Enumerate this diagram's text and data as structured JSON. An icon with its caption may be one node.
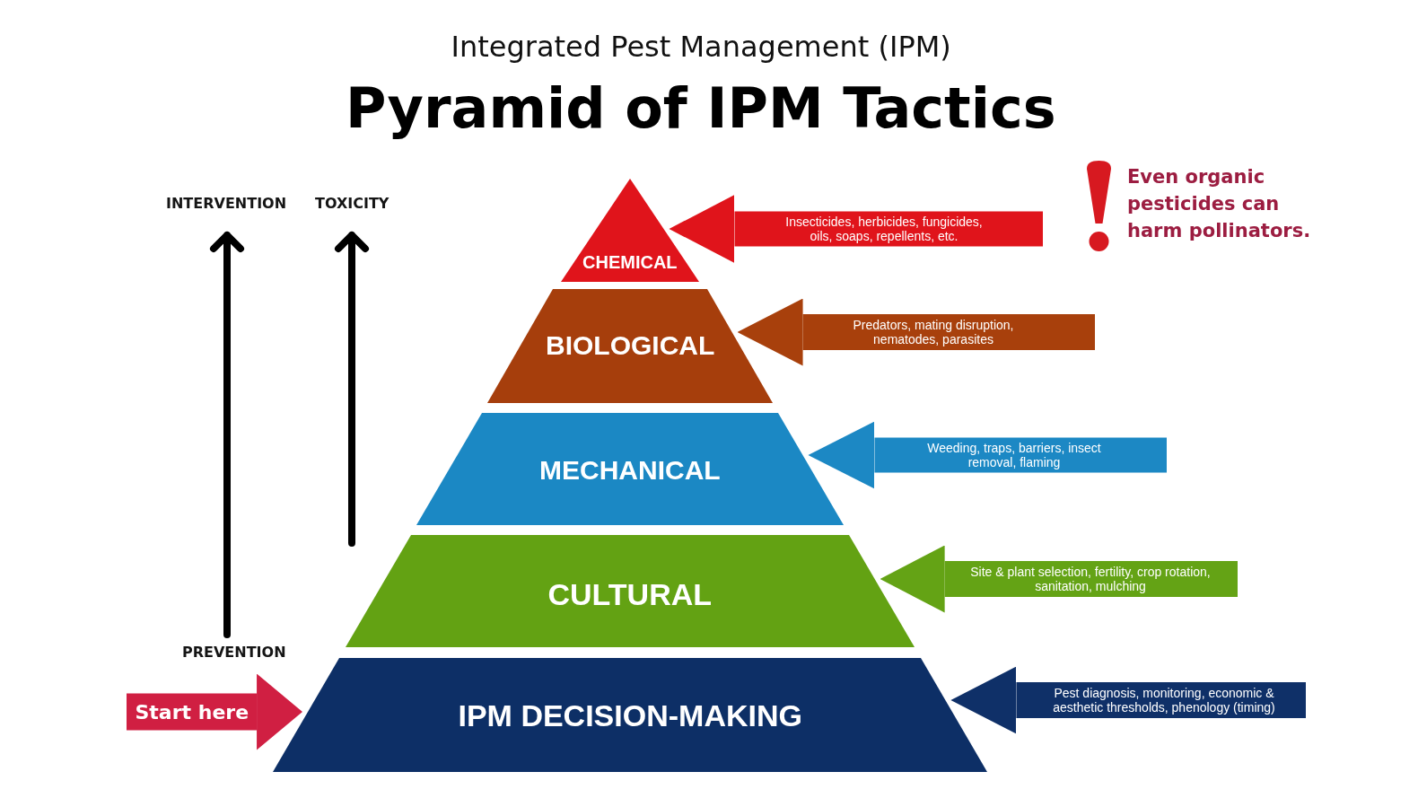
{
  "diagram": {
    "title": "Pyramid of IPM Tactics",
    "nodes": [
      {
        "text": [
          "CHEMICAL"
        ]
      },
      {
        "text": [
          "BIOLOGICAL"
        ]
      },
      {
        "text": [
          "MECHANICAL"
        ]
      },
      {
        "text": [
          "CULTURAL"
        ]
      },
      {
        "text": [
          "IPM DECISION-MAKING"
        ]
      }
    ],
    "edges": [
      {
        "from": null,
        "to": 0,
        "arrow": "to",
        "label": "Insecticides, herbicides, fungicides, oils, soaps, repellents, etc.",
        "color": "#e0141b"
      },
      {
        "from": null,
        "to": 1,
        "arrow": "to",
        "label": "Predators, mating disruption, nematodes, parasites",
        "color": "#a8400c"
      },
      {
        "from": null,
        "to": 2,
        "arrow": "to",
        "label": "Weeding, traps, barriers, insect removal, flaming",
        "color": "#1c88c4"
      },
      {
        "from": null,
        "to": 3,
        "arrow": "to",
        "label": "Site & plant selection, fertility, crop rotation, sanitation, mulching",
        "color": "#64a315"
      },
      {
        "from": null,
        "to": 4,
        "arrow": "to",
        "label": "Pest diagnosis, monitoring, economic & aesthetic thresholds, phenology (timing)",
        "color": "#0f3068"
      },
      {
        "from": null,
        "to": 4,
        "arrow": "to",
        "label": "Start here",
        "color": "#d01f42"
      }
    ],
    "labels": [
      "Integrated Pest Management (IPM)",
      "Even organic pesticides can harm pollinators.",
      "INTERVENTION",
      "TOXICITY",
      "PREVENTION"
    ]
  }
}
